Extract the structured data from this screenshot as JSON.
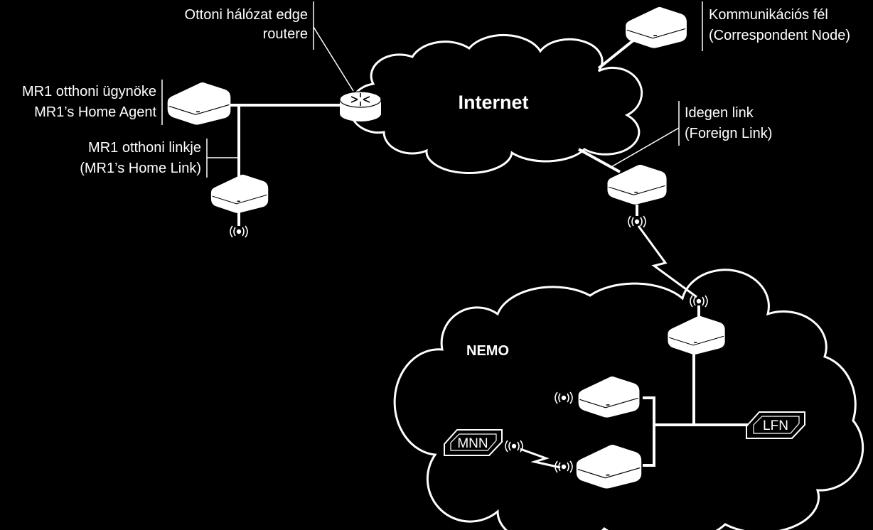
{
  "labels": {
    "edge_router": {
      "line1": "Ottoni hálózat edge",
      "line2": "routere"
    },
    "correspondent_node": {
      "line1": "Kommunikációs fél",
      "line2": "(Correspondent Node)"
    },
    "home_agent": {
      "line1": "MR1 otthoni ügynöke",
      "line2": "MR1’s Home Agent"
    },
    "home_link": {
      "line1": "MR1 otthoni linkje",
      "line2": "(MR1’s Home Link)"
    },
    "foreign_link": {
      "line1": "Idegen link",
      "line2": "(Foreign Link)"
    }
  },
  "clouds": {
    "internet": "Internet",
    "nemo": "NEMO"
  },
  "nodes": {
    "mnn": "MNN",
    "lfn": "LFN"
  },
  "icons": [
    "router-icon",
    "device-icon",
    "antenna-icon",
    "wireless-link-icon",
    "cloud-icon",
    "host-box-icon"
  ],
  "colors": {
    "background": "#000000",
    "foreground": "#ffffff"
  }
}
